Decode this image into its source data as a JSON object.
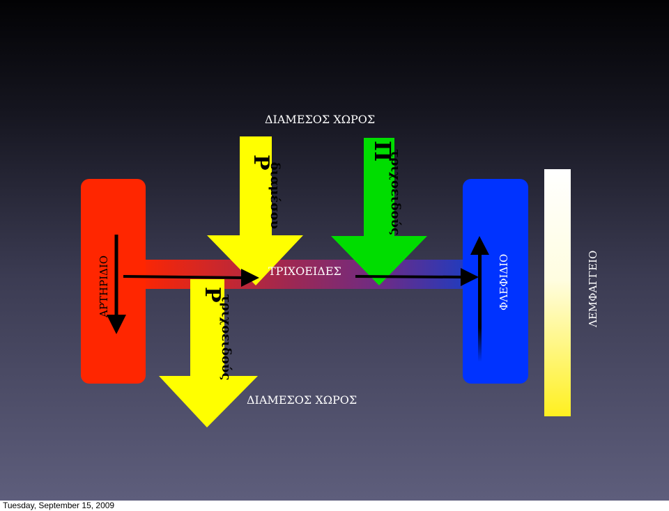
{
  "labels": {
    "interstitial_top": "ΔΙΑΜΕΣΟΣ ΧΩΡΟΣ",
    "interstitial_bottom": "ΔΙΑΜΕΣΟΣ ΧΩΡΟΣ",
    "capillaries": "ΤΡΙΧΟΕΙΔΕΣ",
    "arteriole": "ΑΡΤΗΡΙΔΙΟ",
    "venule": "ΦΛΕΦΙΔΙΟ",
    "lymphatic": "ΛΕΜΦΑΓΓΕΙΟ"
  },
  "arrows": {
    "p_interstitial": {
      "symbol": "P",
      "sub": "διαμέσου"
    },
    "pi_capillary": {
      "symbol": "Π",
      "sub": "τριχοειδούς"
    },
    "p_capillary": {
      "symbol": "P",
      "sub": "τριχοειδούς"
    }
  },
  "colors": {
    "artery": "#ff2600",
    "vein": "#0033ff",
    "pressure_arrow": "#ffff00",
    "oncotic_arrow": "#00dd00",
    "lymph_top": "#ffffff",
    "lymph_bottom": "#ffee33"
  },
  "footer": {
    "date": "Tuesday, September 15, 2009"
  }
}
